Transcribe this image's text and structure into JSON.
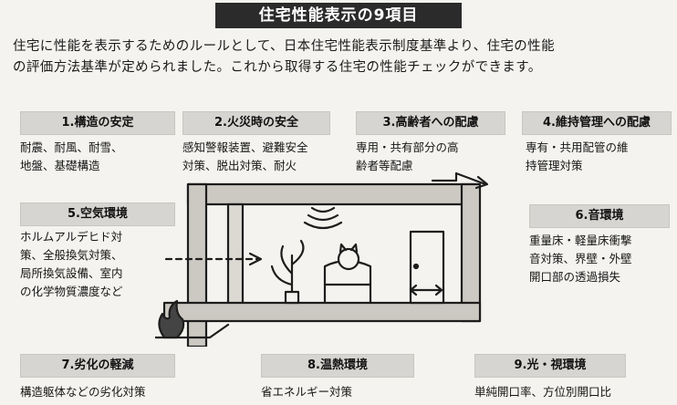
{
  "title": "住宅性能表示の9項目",
  "intro": [
    "住宅に性能を表示するためのルールとして、日本住宅性能表示制度基準より、住宅の性能",
    "の評価方法基準が定められました。これから取得する住宅の性能チェックができます。"
  ],
  "items": [
    {
      "label": "1.構造の安定",
      "desc": [
        "耐震、耐風、耐雪、",
        "地盤、基礎構造"
      ]
    },
    {
      "label": "2.火災時の安全",
      "desc": [
        "感知警報装置、避難安全",
        "対策、脱出対策、耐火"
      ]
    },
    {
      "label": "3.高齢者への配慮",
      "desc": [
        "専用・共有部分の高",
        "齢者等配慮"
      ]
    },
    {
      "label": "4.維持管理への配慮",
      "desc": [
        "専有・共用配管の維",
        "持管理対策"
      ]
    },
    {
      "label": "5.空気環境",
      "desc": [
        "ホルムアルデヒド対",
        "策、全般換気対策、",
        "局所換気設備、室内",
        "の化学物質濃度など"
      ]
    },
    {
      "label": "6.音環境",
      "desc": [
        "重量床・軽量床衝撃",
        "音対策、界壁・外壁",
        "開口部の透過損失"
      ]
    },
    {
      "label": "7.劣化の軽減",
      "desc": [
        "構造躯体などの劣化対策"
      ]
    },
    {
      "label": "8.温熱環境",
      "desc": [
        "省エネルギー対策"
      ]
    },
    {
      "label": "9.光・視環境",
      "desc": [
        "単純開口率、方位別開口比"
      ]
    }
  ]
}
